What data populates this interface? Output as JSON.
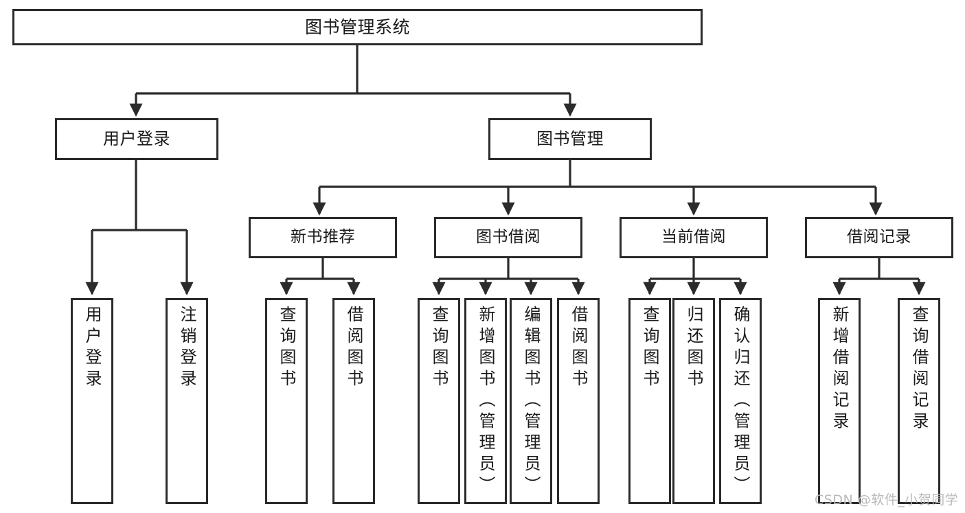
{
  "diagram": {
    "title": "图书管理系统",
    "background_color": "#ffffff",
    "line_color": "#2b2b2b",
    "text_color": "#1a1a1a",
    "root": {
      "label": "图书管理系统"
    },
    "level1": [
      {
        "label": "用户登录"
      },
      {
        "label": "图书管理"
      }
    ],
    "level2": [
      {
        "label": "新书推荐"
      },
      {
        "label": "图书借阅"
      },
      {
        "label": "当前借阅"
      },
      {
        "label": "借阅记录"
      }
    ],
    "leaves": {
      "user_login": [
        {
          "label": "用户登录"
        },
        {
          "label": "注销登录"
        }
      ],
      "new_book_recommend": [
        {
          "label": "查询图书"
        },
        {
          "label": "借阅图书"
        }
      ],
      "book_borrow": [
        {
          "label": "查询图书"
        },
        {
          "label": "新增图书（管理员）"
        },
        {
          "label": "编辑图书（管理员）"
        },
        {
          "label": "借阅图书"
        }
      ],
      "current_borrow": [
        {
          "label": "查询图书"
        },
        {
          "label": "归还图书"
        },
        {
          "label": "确认归还（管理员）"
        }
      ],
      "borrow_record": [
        {
          "label": "新增借阅记录"
        },
        {
          "label": "查询借阅记录"
        }
      ]
    }
  },
  "watermark": {
    "text": "CSDN @软件_小贺同学"
  }
}
